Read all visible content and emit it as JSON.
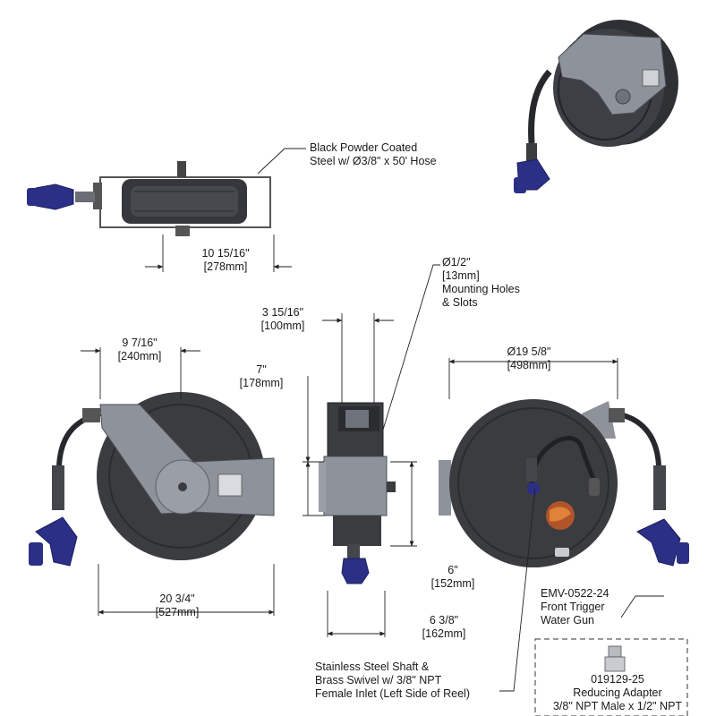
{
  "callouts": {
    "hose_material": {
      "line1": "Black Powder Coated",
      "line2": "Steel w/  Ø3/8\" x 50' Hose"
    },
    "mounting_holes": {
      "line1": "Ø1/2\"",
      "line2": "[13mm]",
      "line3": "Mounting Holes",
      "line4": "& Slots"
    },
    "water_gun": {
      "line1": "EMV-0522-24",
      "line2": "Front Trigger",
      "line3": "Water Gun"
    },
    "shaft_swivel": {
      "line1": "Stainless Steel Shaft &",
      "line2": "Brass Swivel w/ 3/8\" NPT",
      "line3": "Female Inlet (Left Side of Reel)"
    },
    "adapter": {
      "line1": "019129-25",
      "line2": "Reducing Adapter",
      "line3": "3/8\" NPT Male x 1/2\" NPT"
    }
  },
  "dimensions": {
    "top_depth": {
      "imperial": "10 15/16\"",
      "metric": "[278mm]"
    },
    "pivot_offset": {
      "imperial": "9 7/16\"",
      "metric": "[240mm]"
    },
    "overall_width": {
      "imperial": "20 3/4\"",
      "metric": "[527mm]"
    },
    "bracket_width": {
      "imperial": "3 15/16\"",
      "metric": "[100mm]"
    },
    "hole_spacing": {
      "imperial": "7\"",
      "metric": "[178mm]"
    },
    "lower_height": {
      "imperial": "6\"",
      "metric": "[152mm]"
    },
    "side_depth": {
      "imperial": "6 3/8\"",
      "metric": "[162mm]"
    },
    "drum_diameter": {
      "imperial": "Ø19 5/8\"",
      "metric": "[498mm]"
    }
  },
  "colors": {
    "body": "#3a3c40",
    "bracket": "#8e929a",
    "nozzle": "#2c2f86",
    "ink": "#222222"
  }
}
